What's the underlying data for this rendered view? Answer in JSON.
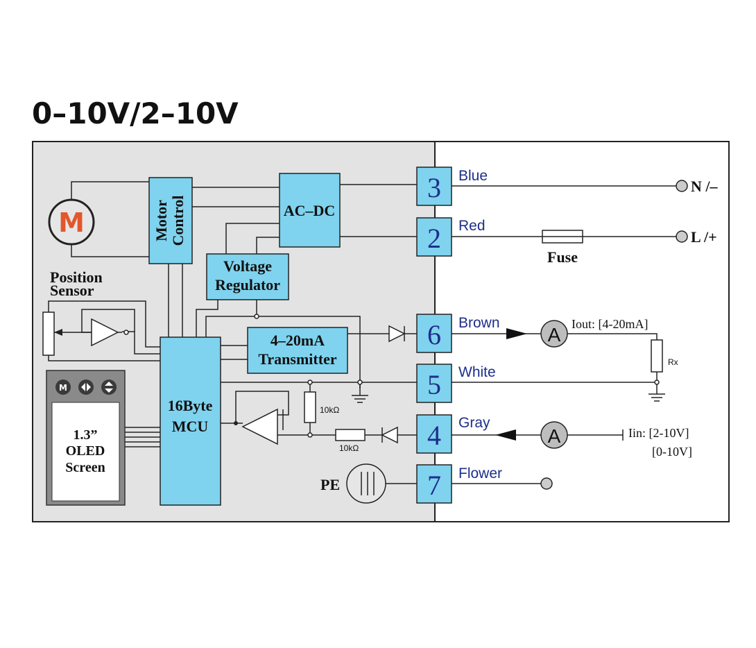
{
  "title": "0–10V/2–10V",
  "blocks": {
    "motor_icon": "M",
    "motor_control_line1": "Motor",
    "motor_control_line2": "Control",
    "acdc": "AC–DC",
    "voltage_regulator_line1": "Voltage",
    "voltage_regulator_line2": "Regulator",
    "position_sensor_line1": "Position",
    "position_sensor_line2": "Sensor",
    "transmitter_line1": "4–20mA",
    "transmitter_line2": "Transmitter",
    "mcu_line1": "16Byte",
    "mcu_line2": "MCU",
    "screen_line1": "1.3”",
    "screen_line2": "OLED",
    "screen_line3": "Screen",
    "pe": "PE"
  },
  "resistors": {
    "r1": "10kΩ",
    "r2": "10kΩ",
    "rx": "Rx"
  },
  "terminals": [
    {
      "number": "3",
      "wire": "Blue"
    },
    {
      "number": "2",
      "wire": "Red"
    },
    {
      "number": "6",
      "wire": "Brown"
    },
    {
      "number": "5",
      "wire": "White"
    },
    {
      "number": "4",
      "wire": "Gray"
    },
    {
      "number": "7",
      "wire": "Flower"
    }
  ],
  "external": {
    "n_label": "N /–",
    "l_label": "L /+",
    "fuse": "Fuse",
    "ammeter": "A",
    "iout": "Iout: [4-20mA]",
    "iin_line1": "Iin: [2-10V]",
    "iin_line2": "[0-10V]"
  },
  "colors": {
    "block_fill": "#7fd3ee",
    "panel_fill": "#e3e3e3",
    "wire_label": "#1e2e8c",
    "motor_accent": "#e2572b"
  }
}
